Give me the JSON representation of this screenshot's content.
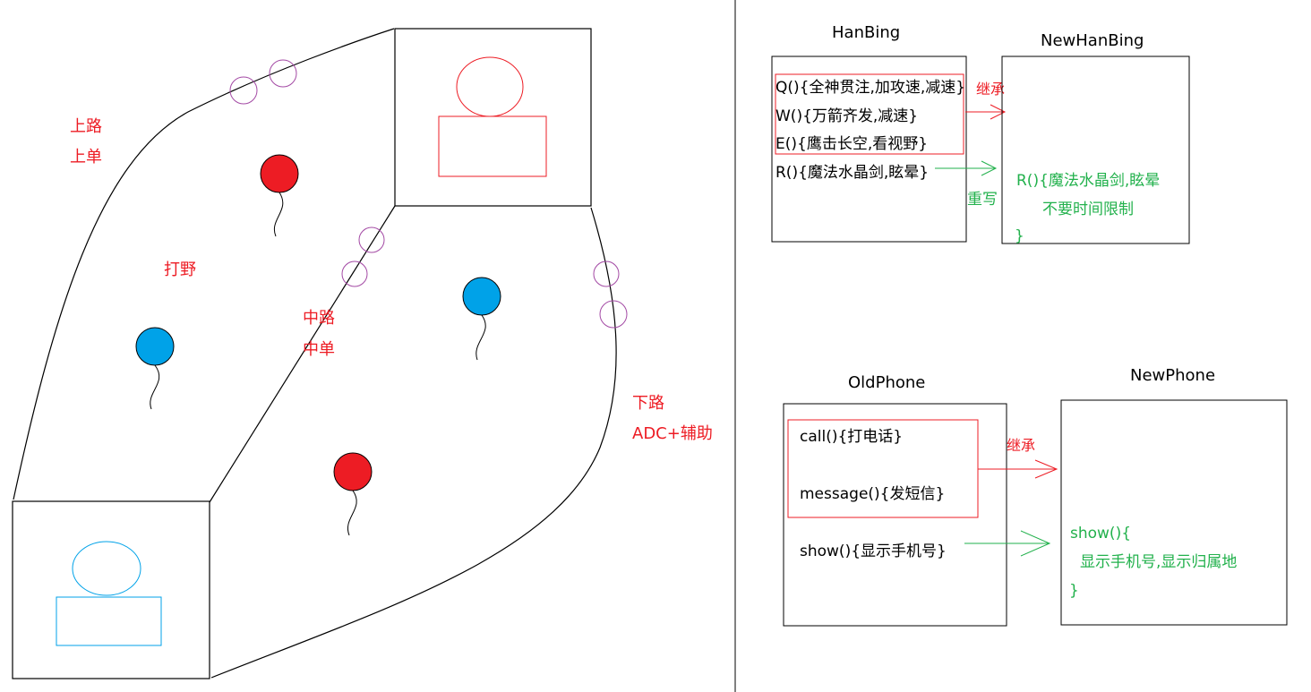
{
  "map": {
    "labels": {
      "top_lane": "上路",
      "top_solo": "上单",
      "jungle": "打野",
      "mid_lane": "中路",
      "mid_solo": "中单",
      "bot_lane": "下路",
      "bot_role": "ADC+辅助"
    },
    "colors": {
      "red_team": "#ed1c24",
      "blue_team": "#00a2e8",
      "jungle_camp": "#a349a4",
      "red_base": "#ed1c24",
      "blue_base": "#00a2e8"
    }
  },
  "hanbing": {
    "title": "HanBing",
    "methods": [
      "Q(){全神贯注,加攻速,减速}",
      "W(){万箭齐发,减速}",
      "E(){鹰击长空,看视野}",
      "R(){魔法水晶剑,眩晕}"
    ]
  },
  "new_hanbing": {
    "title": "NewHanBing",
    "override_lines": [
      "R(){魔法水晶剑,眩晕",
      "不要时间限制",
      "}"
    ]
  },
  "hanbing_arrows": {
    "inherit_label": "继承",
    "override_label": "重写"
  },
  "old_phone": {
    "title": "OldPhone",
    "methods": [
      "call(){打电话}",
      "message(){发短信}",
      "show(){显示手机号}"
    ]
  },
  "new_phone": {
    "title": "NewPhone",
    "override_lines": [
      "show(){",
      "显示手机号,显示归属地",
      "}"
    ]
  },
  "phone_arrows": {
    "inherit_label": "继承"
  },
  "colors": {
    "inherit_arrow": "#ed1c24",
    "override_arrow": "#22b14c",
    "inherited_box": "#ed1c24",
    "override_text": "#22b14c"
  }
}
